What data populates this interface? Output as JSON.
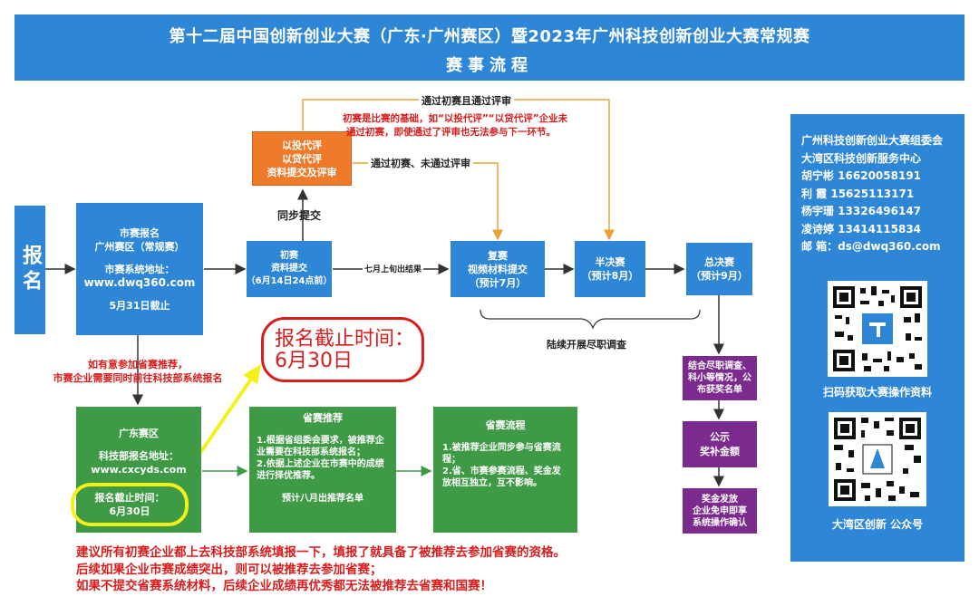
{
  "header": {
    "title_line1": "第十二届中国创新创业大赛（广东·广州赛区）暨2023年广州科技创新创业大赛常规赛",
    "title_line2": "赛事流程"
  },
  "left_tab": "报名",
  "city_signup": {
    "lines": [
      "市赛报名",
      "广州赛区（常规赛）",
      "",
      "市赛系统地址：",
      "www.dwq360.com",
      "",
      "5月31日截止"
    ]
  },
  "prelim": {
    "lines": [
      "初赛",
      "资料提交",
      "（6月14日24点前）"
    ]
  },
  "invest_eval": {
    "lines": [
      "以投代评",
      "以贷代评",
      "资料提交及评审"
    ]
  },
  "semi": {
    "lines": [
      "复赛",
      "视频材料提交",
      "（预计7月）"
    ]
  },
  "semifinal": {
    "lines": [
      "半决赛",
      "（预计8月）"
    ]
  },
  "final": {
    "lines": [
      "总决赛",
      "（预计9月）"
    ]
  },
  "labels": {
    "sync_submit": "同步提交",
    "july_result": "七月上旬出结果",
    "pass_both": "通过初赛且通过评审",
    "pass_not_eval": "通过初赛、未通过评审",
    "due_diligence": "陆续开展尽职调查"
  },
  "prelim_note": [
    "初赛是比赛的基础，如“以投代评”“以贷代评”企业未",
    "通过初赛，即使通过了评审也无法参与下一环节。"
  ],
  "deadline_callout": [
    "报名截止时间：",
    "6月30日"
  ],
  "province_note": [
    "如有意参加省赛推荐，",
    "市赛企业需要同时前往科技部系统报名"
  ],
  "guangdong": {
    "title": "广东赛区",
    "addr_label": "科技部报名地址：",
    "addr": "www.cxcyds.com",
    "deadline_lines": [
      "报名截止时间：",
      "6月30日"
    ]
  },
  "province_recommend": {
    "title": "省赛推荐",
    "items": [
      "1.根据省组委会要求，被推荐企业需要在科技部系统报名；",
      "2.依据上述企业在市赛中的成绩进行择优推荐。"
    ],
    "footer": "预计八月出推荐名单"
  },
  "province_flow": {
    "title": "省赛流程",
    "items": [
      "1.被推荐企业同步参与省赛流程；",
      "2.省、市赛参赛流程、奖金发放相互独立，互不影响。"
    ]
  },
  "purple_boxes": [
    {
      "lines": [
        "结合尽职调查、",
        "科小等情况，公",
        "布获奖名单"
      ]
    },
    {
      "lines": [
        "公示",
        "奖补金额"
      ]
    },
    {
      "lines": [
        "奖金发放",
        "企业免申即享",
        "系统操作确认"
      ]
    }
  ],
  "contact": {
    "rows": [
      "广州科技创新创业大赛组委会",
      "大湾区科技创新服务中心",
      "胡宁彬  16620058191",
      "利    霞  15625113171",
      "杨宇珊  13326496147",
      "凌诗婷  13414115834",
      "邮    箱：ds@dwq360.com"
    ],
    "qr1_caption": "扫码获取大赛操作资料",
    "qr2_caption": "大湾区创新 公众号"
  },
  "bottom_notes": [
    "建议所有初赛企业都上去科技部系统填报一下，填报了就具备了被推荐去参加省赛的资格。",
    "后续如果企业市赛成绩突出，则可以被推荐去参加省赛；",
    "如果不提交省赛系统材料，后续企业成绩再优秀都无法被推荐去省赛和国赛！"
  ],
  "colors": {
    "blue": "#2e86d6",
    "orange": "#ee7a2a",
    "green": "#3f9a45",
    "purple": "#7b2b8e",
    "red": "#d91c1c",
    "yellow": "#f3f01a"
  }
}
